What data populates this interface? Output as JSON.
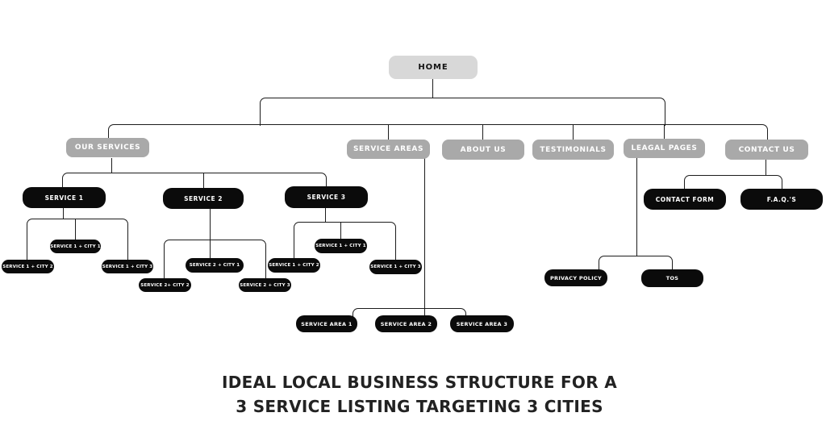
{
  "diagram": {
    "title_line1": "IDEAL LOCAL BUSINESS STRUCTURE FOR A",
    "title_line2": "3 SERVICE LISTING TARGETING 3 CITIES",
    "colors": {
      "home_box": "#d8d8d8",
      "section_box": "#a9a9a9",
      "page_box": "#0b0b0b",
      "connector_line": "#1c1c1c",
      "title_text": "#222222",
      "background": "#ffffff"
    },
    "home": {
      "label": "HOME"
    },
    "sections": [
      {
        "label": "OUR SERVICES",
        "children": [
          {
            "label": "SERVICE 1",
            "children": [
              "SERVICE 1 + CITY 1",
              "SERVICE 1 + CITY 2",
              "SERVICE 1 + CITY 3"
            ]
          },
          {
            "label": "SERVICE 2",
            "children": [
              "SERVICE 2 + CITY 1",
              "SERVICE 2+ CITY 2",
              "SERVICE 2 + CITY 3"
            ]
          },
          {
            "label": "SERVICE 3",
            "children": [
              "SERVICE 1 + CITY 1",
              "SERVICE 1 + CITY 2",
              "SERVICE 1 + CITY 3"
            ]
          }
        ]
      },
      {
        "label": "SERVICE AREAS",
        "children": [
          "SERVICE AREA 1",
          "SERVICE AREA 2",
          "SERVICE AREA 3"
        ]
      },
      {
        "label": "ABOUT US"
      },
      {
        "label": "TESTIMONIALS"
      },
      {
        "label": "LEAGAL PAGES",
        "children": [
          "PRIVACY POLICY",
          "TOS"
        ]
      },
      {
        "label": "CONTACT US",
        "children": [
          "CONTACT FORM",
          "F.A.Q.'S"
        ]
      }
    ]
  }
}
